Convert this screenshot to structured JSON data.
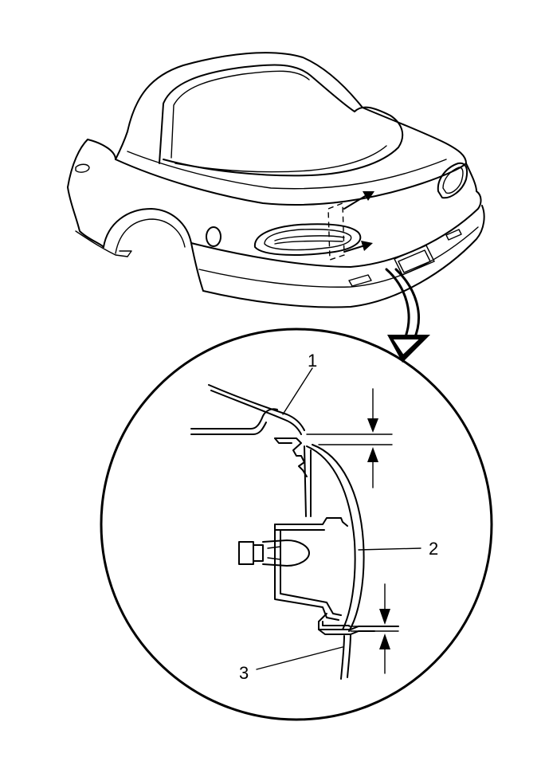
{
  "diagram": {
    "callouts": [
      {
        "id": "1",
        "label": "1"
      },
      {
        "id": "2",
        "label": "2"
      },
      {
        "id": "3",
        "label": "3"
      }
    ],
    "colors": {
      "line": "#000000",
      "background": "#ffffff"
    },
    "icons": [
      "arrow-icon",
      "gap-measure-arrow-icon"
    ]
  }
}
